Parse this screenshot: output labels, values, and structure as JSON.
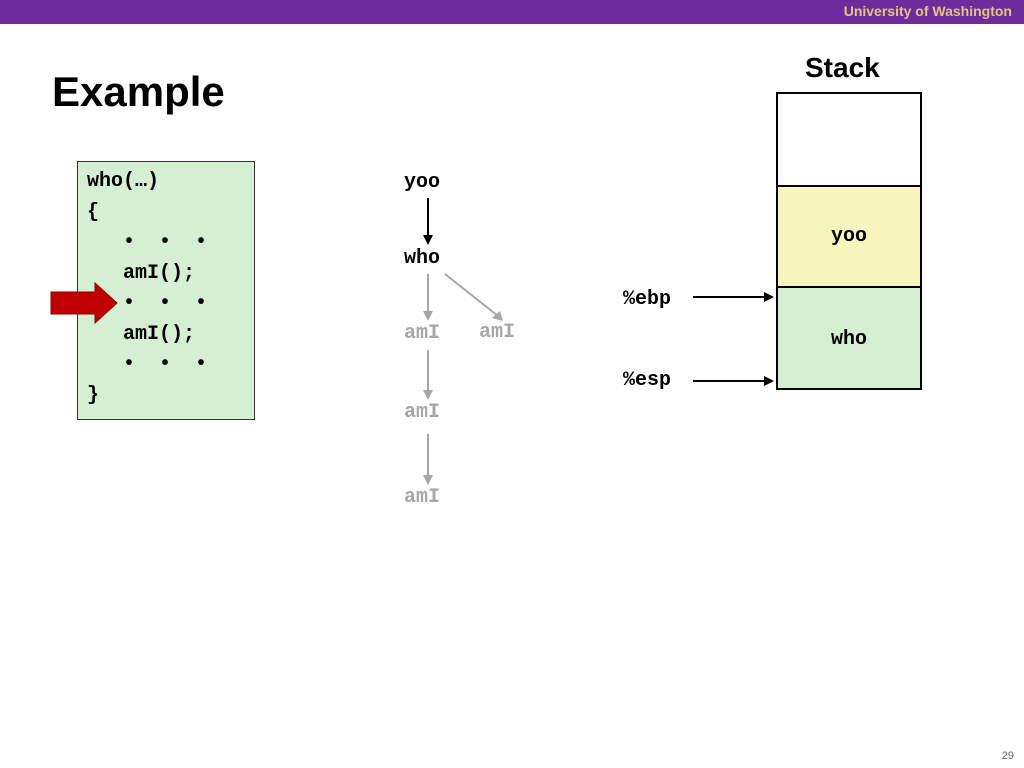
{
  "header": {
    "org": "University of Washington"
  },
  "slide": {
    "title": "Example",
    "page_number": "29"
  },
  "code": {
    "lines": [
      "who(…)",
      "{",
      "   •  •  •",
      "   amI();",
      "   •  •  •",
      "   amI();",
      "   •  •  •",
      "}"
    ],
    "current_line_index": 4
  },
  "call_tree": {
    "root": "yoo",
    "child": "who",
    "calls": [
      "amI",
      "amI"
    ],
    "nested": [
      "amI",
      "amI"
    ]
  },
  "stack": {
    "title": "Stack",
    "frames": [
      {
        "label": "",
        "color": "#ffffff"
      },
      {
        "label": "yoo",
        "color": "#f7f4be"
      },
      {
        "label": "who",
        "color": "#d4efd1"
      }
    ],
    "registers": {
      "ebp": "%ebp",
      "esp": "%esp"
    }
  },
  "colors": {
    "banner": "#6c2c9c",
    "banner_text": "#e3c77a",
    "arrow_red": "#c00000",
    "inactive": "#a6a6a6"
  }
}
